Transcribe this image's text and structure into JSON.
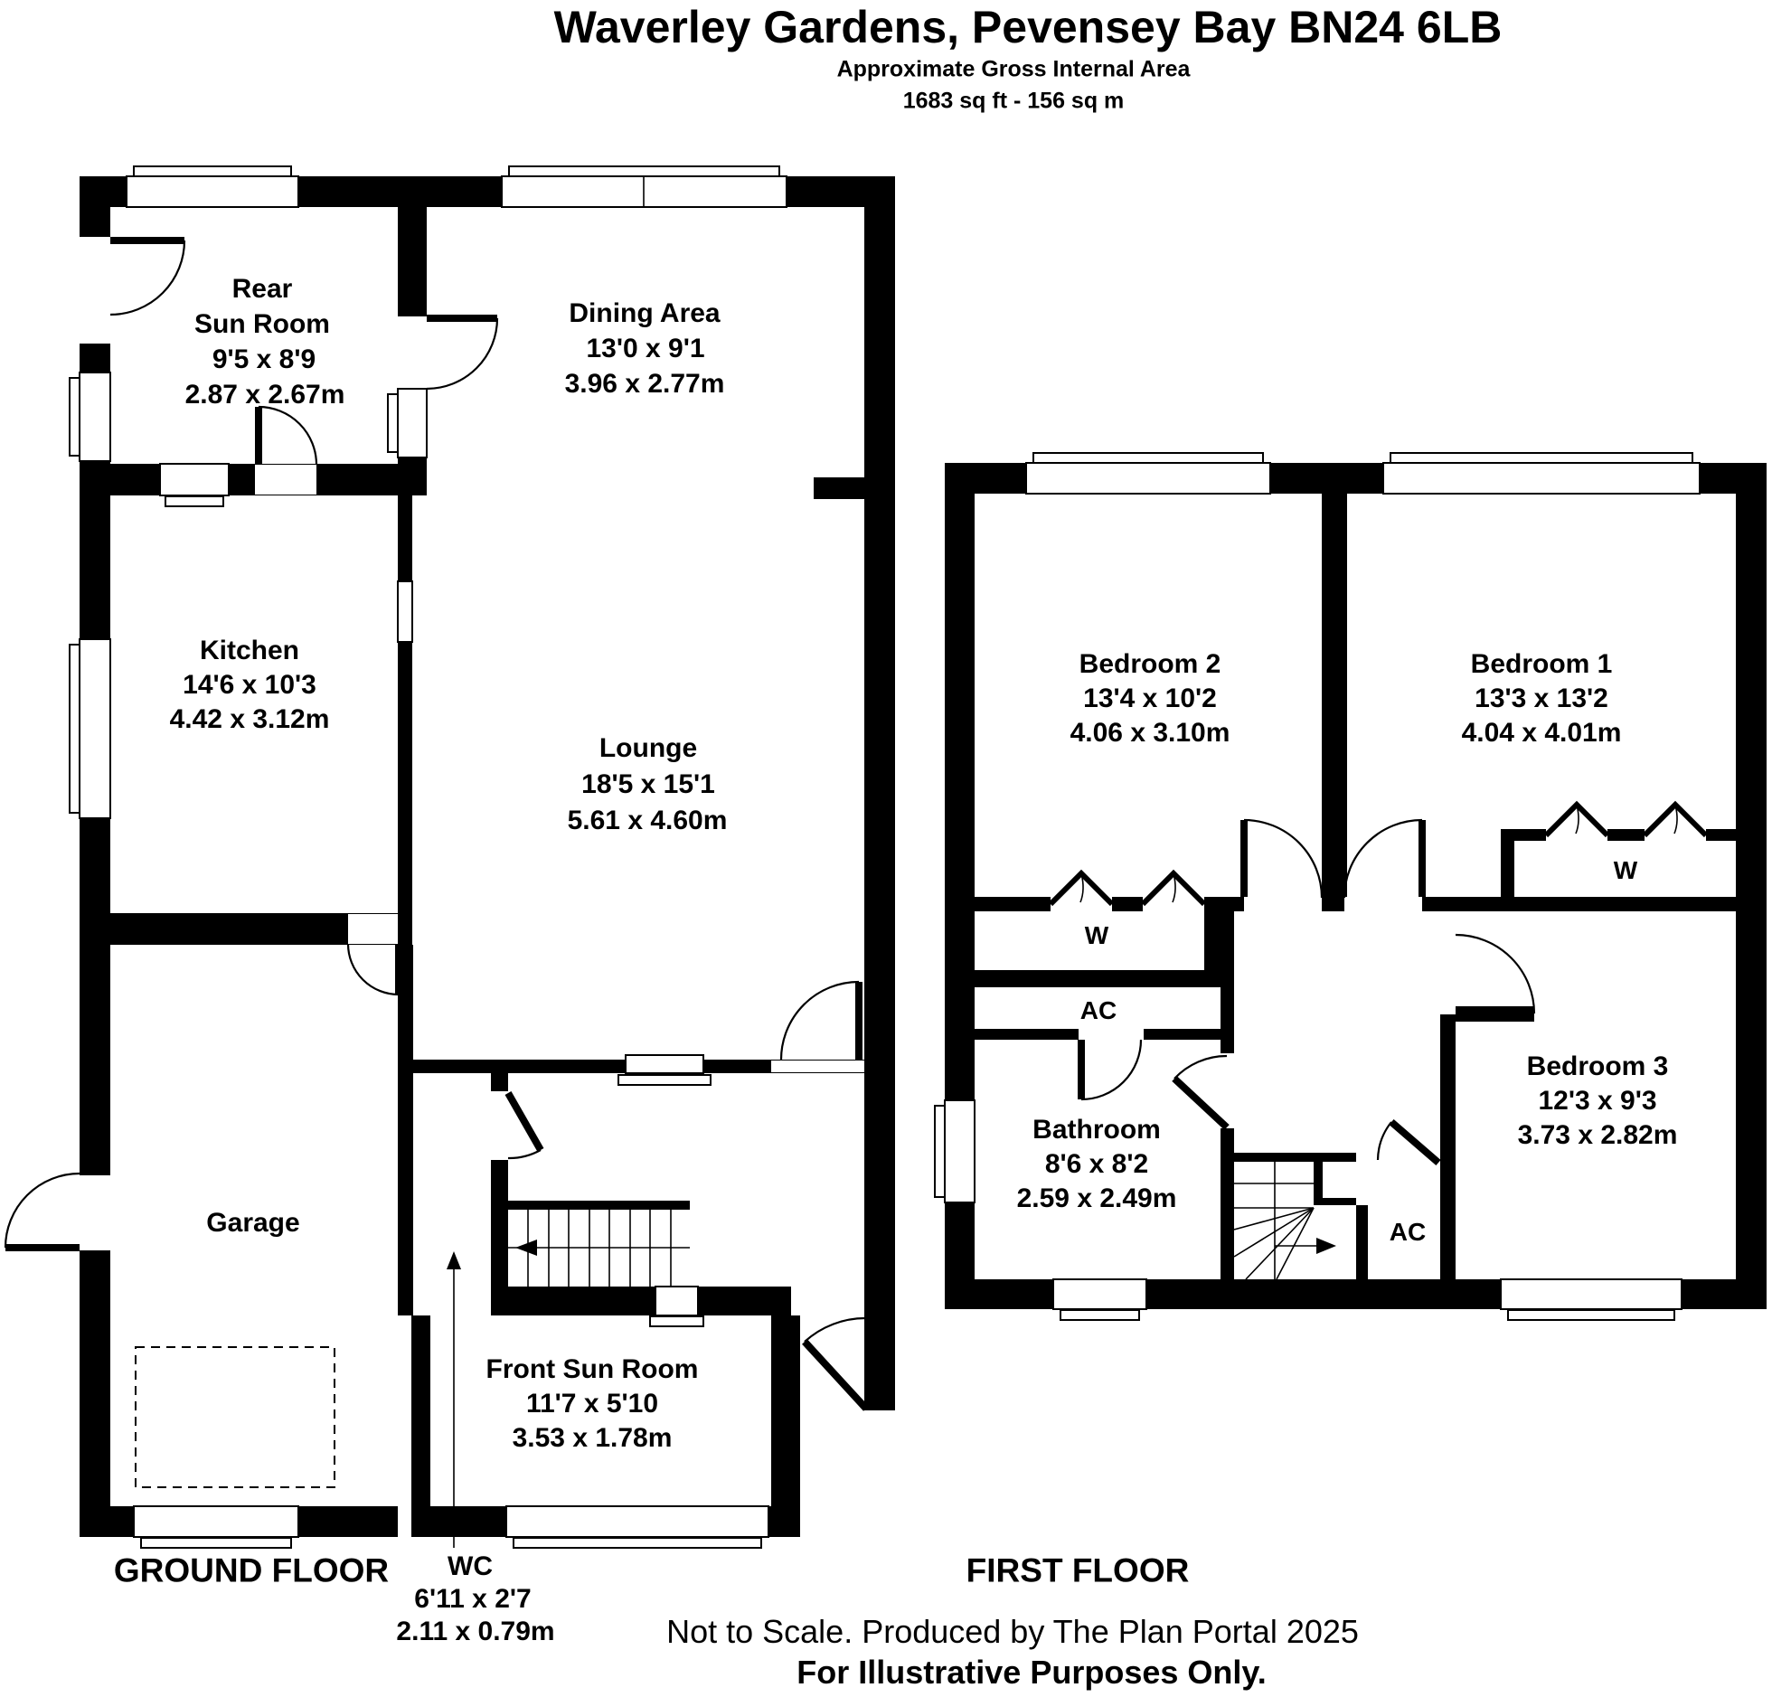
{
  "colors": {
    "wall": "#000000",
    "floor": "#ffffff",
    "text": "#000000"
  },
  "header": {
    "title": "Waverley Gardens, Pevensey Bay BN24 6LB",
    "subtitle": "Approximate Gross Internal Area",
    "area": "1683 sq ft - 156 sq m"
  },
  "ground_floor": {
    "label": "GROUND FLOOR",
    "rooms": {
      "rear_sun_room": {
        "name_line1": "Rear",
        "name_line2": "Sun Room",
        "dims_ft": "9'5 x 8'9",
        "dims_m": "2.87 x 2.67m"
      },
      "dining_area": {
        "name": "Dining Area",
        "dims_ft": "13'0 x 9'1",
        "dims_m": "3.96 x 2.77m"
      },
      "kitchen": {
        "name": "Kitchen",
        "dims_ft": "14'6 x 10'3",
        "dims_m": "4.42 x 3.12m"
      },
      "lounge": {
        "name": "Lounge",
        "dims_ft": "18'5 x 15'1",
        "dims_m": "5.61 x 4.60m"
      },
      "garage": {
        "name": "Garage"
      },
      "front_sun_room": {
        "name": "Front Sun Room",
        "dims_ft": "11'7 x 5'10",
        "dims_m": "3.53 x 1.78m"
      },
      "wc": {
        "name": "WC",
        "dims_ft": "6'11 x 2'7",
        "dims_m": "2.11 x 0.79m"
      }
    }
  },
  "first_floor": {
    "label": "FIRST FLOOR",
    "rooms": {
      "bedroom_2": {
        "name": "Bedroom 2",
        "dims_ft": "13'4 x 10'2",
        "dims_m": "4.06 x 3.10m"
      },
      "bedroom_1": {
        "name": "Bedroom 1",
        "dims_ft": "13'3 x 13'2",
        "dims_m": "4.04 x 4.01m"
      },
      "bathroom": {
        "name": "Bathroom",
        "dims_ft": "8'6 x 8'2",
        "dims_m": "2.59 x 2.49m"
      },
      "bedroom_3": {
        "name": "Bedroom 3",
        "dims_ft": "12'3 x 9'3",
        "dims_m": "3.73 x 2.82m"
      }
    },
    "cupboards": {
      "wardrobe_bedroom_1": "W",
      "wardrobe_bedroom_2": "W",
      "airing_cupboard_upper": "AC",
      "airing_cupboard_lower": "AC"
    }
  },
  "footer": {
    "disclaimer": "Not to Scale. Produced by The Plan Portal 2025",
    "purpose": "For Illustrative Purposes Only."
  }
}
